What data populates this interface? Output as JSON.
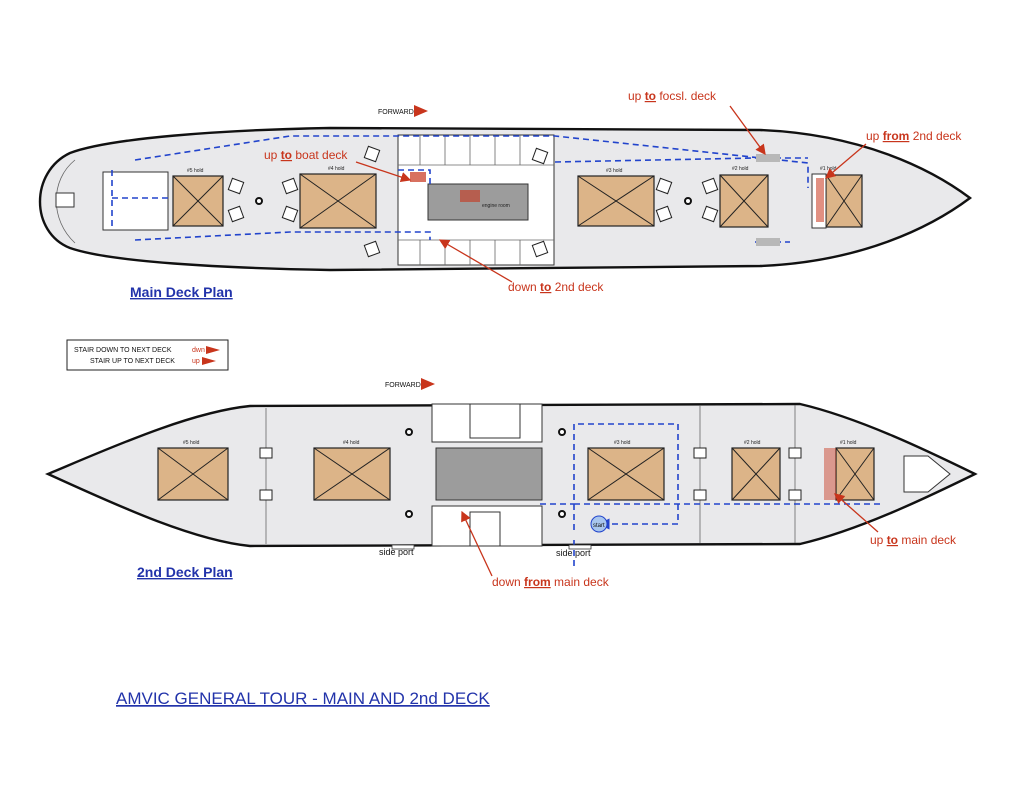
{
  "forward_label": "FORWARD",
  "main_deck": {
    "title": "Main Deck Plan",
    "holds": [
      "#5 hold",
      "#4 hold",
      "#3 hold",
      "#2 hold",
      "#1 hold"
    ],
    "engine_room": "engine room",
    "callouts": {
      "up_to_boat_deck": [
        "up ",
        "to",
        " boat deck"
      ],
      "up_to_focsl_deck": [
        "up ",
        "to",
        " focsl. deck"
      ],
      "up_from_2nd_deck": [
        "up ",
        "from",
        " 2nd deck"
      ],
      "down_to_2nd_deck": [
        "down ",
        "to",
        " 2nd deck"
      ]
    }
  },
  "second_deck": {
    "title": "2nd Deck Plan",
    "holds": [
      "#5 hold",
      "#4 hold",
      "#3 hold",
      "#2 hold",
      "#1 hold"
    ],
    "side_port_1": "side port",
    "side_port_2": "side port",
    "start": "start",
    "callouts": {
      "up_to_main_deck": [
        "up ",
        "to",
        " main deck"
      ],
      "down_from_main_deck": [
        "down ",
        "from",
        " main deck"
      ]
    }
  },
  "legend": {
    "stair_down": "STAIR DOWN TO NEXT DECK",
    "stair_up": "STAIR UP TO NEXT DECK",
    "down_key": "dwn",
    "up_key": "up"
  },
  "page_title": "AMVIC GENERAL TOUR - MAIN AND 2nd DECK",
  "colors": {
    "hull": "#e9e9eb",
    "hold": "#dcb488",
    "route": "#2244cc",
    "callout": "#c8351c",
    "title": "#2233aa"
  }
}
